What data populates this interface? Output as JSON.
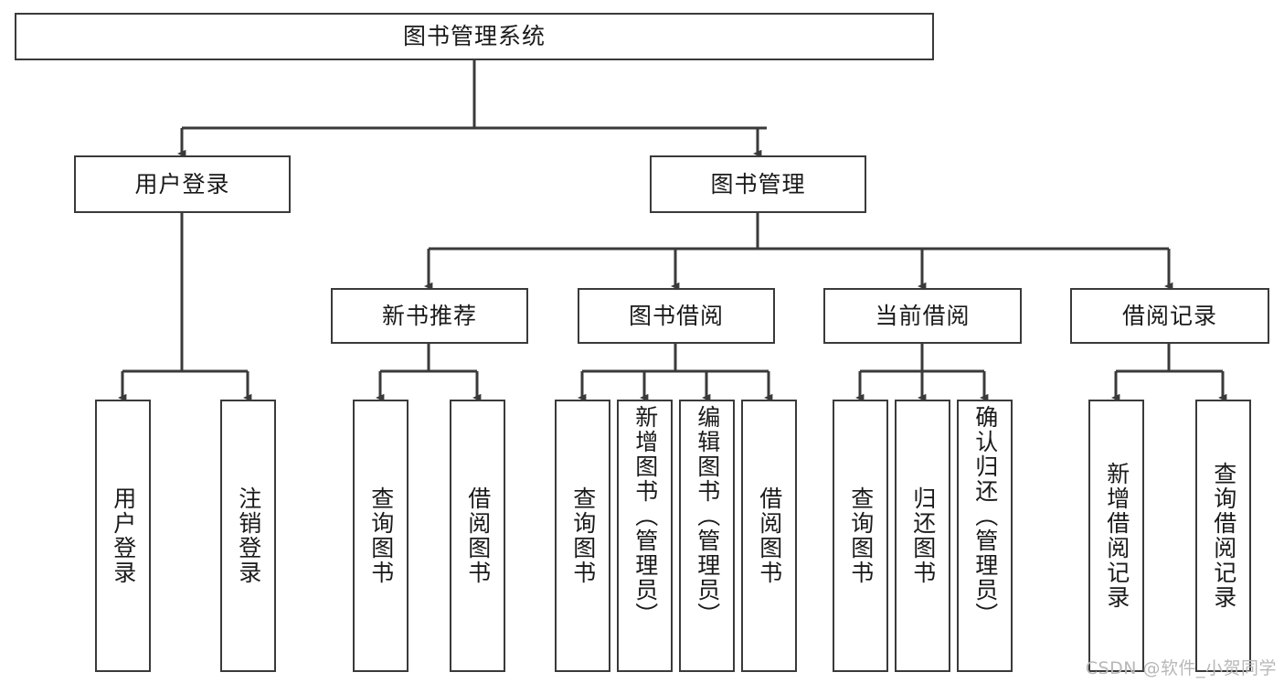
{
  "diagram": {
    "title": "图书管理系统",
    "watermark": "CSDN @软件_小贺同学",
    "stroke_color": "#3a3a3a",
    "background_color": "#ffffff",
    "text_color": "#1a1a1a",
    "levels": {
      "root": {
        "label": "图书管理系统"
      },
      "level2": [
        {
          "label": "用户登录"
        },
        {
          "label": "图书管理"
        }
      ],
      "level3": [
        {
          "label": "新书推荐"
        },
        {
          "label": "图书借阅"
        },
        {
          "label": "当前借阅"
        },
        {
          "label": "借阅记录"
        }
      ],
      "leaves": {
        "user_login": [
          {
            "label": "用户登录"
          },
          {
            "label": "注销登录"
          }
        ],
        "new_book_recommend": [
          {
            "label": "查询图书"
          },
          {
            "label": "借阅图书"
          }
        ],
        "book_borrow": [
          {
            "label": "查询图书"
          },
          {
            "label": "新增图书（管理员）"
          },
          {
            "label": "编辑图书（管理员）"
          },
          {
            "label": "借阅图书"
          }
        ],
        "current_borrow": [
          {
            "label": "查询图书"
          },
          {
            "label": "归还图书"
          },
          {
            "label": "确认归还（管理员）"
          }
        ],
        "borrow_record": [
          {
            "label": "新增借阅记录"
          },
          {
            "label": "查询借阅记录"
          }
        ]
      }
    }
  }
}
